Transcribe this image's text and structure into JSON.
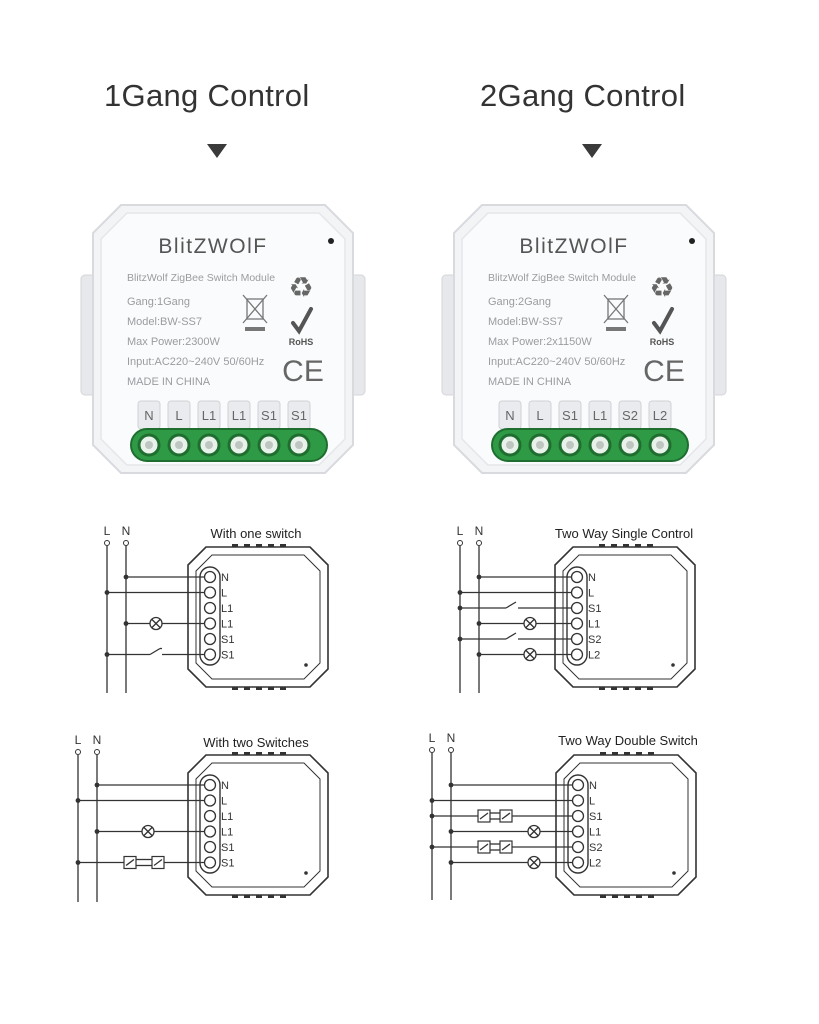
{
  "left": {
    "title": "1Gang Control",
    "device": {
      "brand": "BlitZWOlF",
      "lines": [
        "BlitzWolf ZigBee Switch Module",
        "Gang:1Gang",
        "Model:BW-SS7",
        "Max Power:2300W",
        "Input:AC220~240V 50/60Hz",
        "MADE IN CHINA"
      ],
      "terminals": [
        "N",
        "L",
        "L1",
        "L1",
        "S1",
        "S1"
      ],
      "rohs": "RoHS",
      "ce": "CE"
    },
    "diagram_a": {
      "title": "With one switch",
      "rails": [
        "L",
        "N"
      ],
      "pins": [
        "N",
        "L",
        "L1",
        "L1",
        "S1",
        "S1"
      ]
    },
    "diagram_b": {
      "title": "With two Switches",
      "rails": [
        "L",
        "N"
      ],
      "pins": [
        "N",
        "L",
        "L1",
        "L1",
        "S1",
        "S1"
      ]
    }
  },
  "right": {
    "title": "2Gang Control",
    "device": {
      "brand": "BlitZWOlF",
      "lines": [
        "BlitzWolf ZigBee Switch Module",
        "Gang:2Gang",
        "Model:BW-SS7",
        "Max Power:2x1150W",
        "Input:AC220~240V 50/60Hz",
        "MADE IN CHINA"
      ],
      "terminals": [
        "N",
        "L",
        "S1",
        "L1",
        "S2",
        "L2"
      ],
      "rohs": "RoHS",
      "ce": "CE"
    },
    "diagram_a": {
      "title": "Two Way Single Control",
      "rails": [
        "L",
        "N"
      ],
      "pins": [
        "N",
        "L",
        "S1",
        "L1",
        "S2",
        "L2"
      ]
    },
    "diagram_b": {
      "title": "Two Way Double Switch",
      "rails": [
        "L",
        "N"
      ],
      "pins": [
        "N",
        "L",
        "S1",
        "L1",
        "S2",
        "L2"
      ]
    }
  },
  "colors": {
    "terminal_green": "#2f9a45",
    "terminal_dark": "#1f6e30",
    "line": "#333333",
    "body": "#f4f5f7"
  }
}
